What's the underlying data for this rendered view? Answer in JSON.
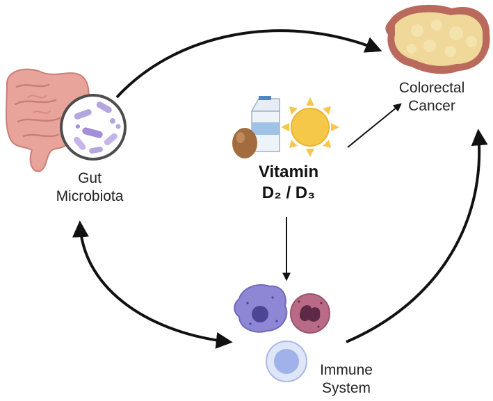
{
  "nodes": {
    "gut_microbiota": {
      "line1": "Gut",
      "line2": "Microbiota"
    },
    "colorectal_cancer": {
      "line1": "Colorectal",
      "line2": "Cancer"
    },
    "immune_system": {
      "line1": "Immune",
      "line2": "System"
    },
    "vitamin_d": {
      "line1": "Vitamin",
      "line2": "D₂ / D₃"
    }
  },
  "icons": [
    "intestine-icon",
    "bacteria-magnifier-icon",
    "tumor-icon",
    "milk-carton-icon",
    "egg-icon",
    "sun-icon",
    "macrophage-icon",
    "neutrophil-icon",
    "lymphocyte-icon"
  ],
  "colors": {
    "arrow": "#111111",
    "intestine": "#e8a49a",
    "tumor_outer": "#b96a5c",
    "tumor_inner": "#efd89a",
    "sun": "#f6c84a",
    "macrophage": "#8d87d6",
    "neutrophil": "#b86a86",
    "lymphocyte": "#b9c7ee"
  }
}
